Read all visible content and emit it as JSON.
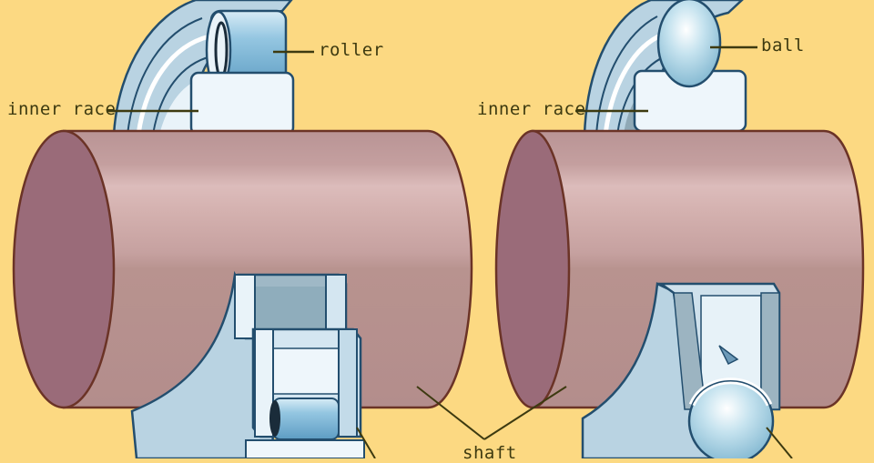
{
  "diagram": {
    "background_color": "#fcd982",
    "colors": {
      "shaft_body": "#b99495",
      "shaft_highlight": "#d6b3b2",
      "shaft_end": "#9a6b79",
      "shaft_outline": "#6b3326",
      "race_light": "#e9f3f9",
      "race_mid": "#b9d3e2",
      "race_dark": "#6d9ab8",
      "race_outline": "#234e6e",
      "roller_fill": "#8ec3e0",
      "ball_fill": "#bfe0ee",
      "leader_line": "#3d3a10"
    },
    "panels": [
      {
        "type": "roller-bearing",
        "labels": [
          {
            "key": "roller",
            "text": "roller"
          },
          {
            "key": "inner_race",
            "text": "inner race"
          }
        ]
      },
      {
        "type": "ball-bearing",
        "labels": [
          {
            "key": "ball",
            "text": "ball"
          },
          {
            "key": "inner_race",
            "text": "inner race"
          }
        ]
      }
    ],
    "shared_labels": [
      {
        "key": "shaft",
        "text": "shaft"
      }
    ]
  }
}
